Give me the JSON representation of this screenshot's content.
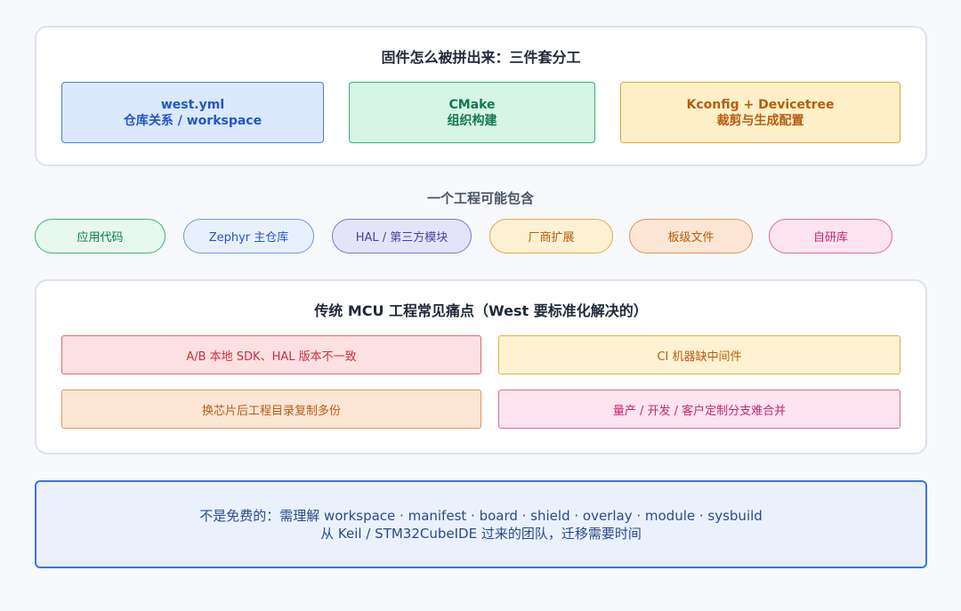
{
  "top": {
    "title": "固件怎么被拼出来：三件套分工",
    "boxes": [
      {
        "line1": "west.yml",
        "line2": "仓库关系 / workspace"
      },
      {
        "line1": "CMake",
        "line2": "组织构建"
      },
      {
        "line1": "Kconfig + Devicetree",
        "line2": "裁剪与生成配置"
      }
    ]
  },
  "middle": {
    "title": "一个工程可能包含",
    "pills": [
      "应用代码",
      "Zephyr 主仓库",
      "HAL / 第三方模块",
      "厂商扩展",
      "板级文件",
      "自研库"
    ]
  },
  "pain": {
    "title": "传统 MCU 工程常见痛点（West 要标准化解决的）",
    "items": [
      "A/B 本地 SDK、HAL 版本不一致",
      "CI 机器缺中间件",
      "换芯片后工程目录复制多份",
      "量产 / 开发 / 客户定制分支难合并"
    ]
  },
  "note": {
    "line1": "不是免费的：需理解 workspace · manifest · board · shield · overlay · module · sysbuild",
    "line2": "从 Keil / STM32CubeIDE 过来的团队，迁移需要时间"
  },
  "colors": {
    "blue": "#2456c5",
    "green": "#14794f",
    "orange": "#b85c0f",
    "red": "#c8323c",
    "purple": "#4b3f9e",
    "pink": "#c02870"
  }
}
